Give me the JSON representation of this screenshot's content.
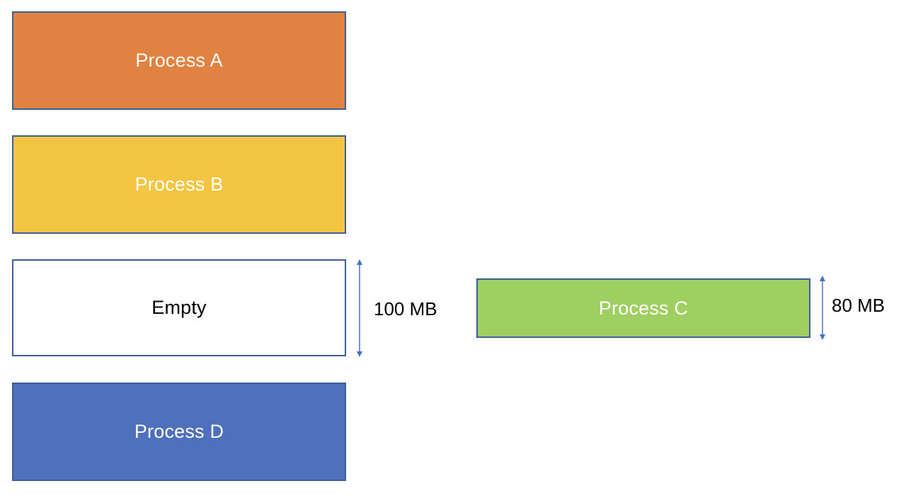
{
  "blocks": {
    "process_a": {
      "label": "Process A",
      "fill": "#e08241",
      "text_color": "#ffffff"
    },
    "process_b": {
      "label": "Process B",
      "fill": "#f4c443",
      "text_color": "#ffffff"
    },
    "empty": {
      "label": "Empty",
      "fill": "#ffffff",
      "text_color": "#000000"
    },
    "process_d": {
      "label": "Process D",
      "fill": "#4f71bd",
      "text_color": "#ffffff"
    },
    "process_c": {
      "label": "Process C",
      "fill": "#9fcf61",
      "text_color": "#ffffff"
    }
  },
  "dimensions": {
    "empty_size": "100 MB",
    "process_c_size": "80 MB"
  },
  "colors": {
    "border": "#3e5f96",
    "arrow": "#4472c4"
  }
}
